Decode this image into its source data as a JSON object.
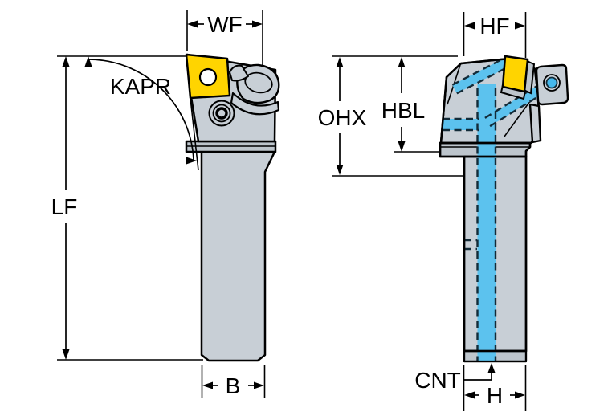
{
  "labels": {
    "wf": "WF",
    "kapr": "KAPR",
    "lf": "LF",
    "b": "B",
    "hf": "HF",
    "ohx": "OHX",
    "hbl": "HBL",
    "cnt": "CNT",
    "h": "H"
  },
  "colors": {
    "background": "#ffffff",
    "body": "#c8cfd6",
    "body_shade": "#bdc5cc",
    "outline": "#000000",
    "insert_yellow": "#ffd400",
    "coolant_blue": "#5cc2ee",
    "coolant_dash": "#132b38",
    "nozzle_blue": "#45b8ec"
  }
}
